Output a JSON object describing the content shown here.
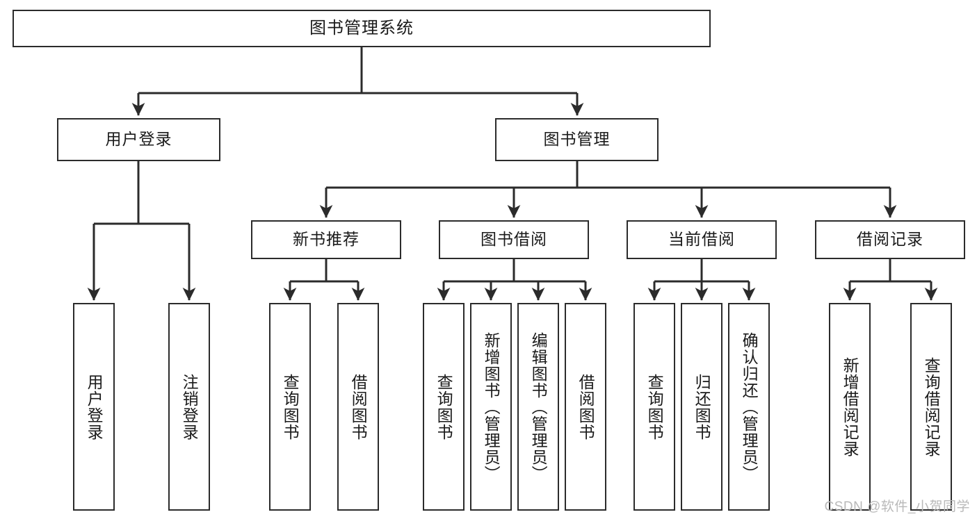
{
  "diagram": {
    "type": "tree-hierarchy",
    "title": "图书管理系统",
    "root": {
      "id": "root",
      "label": "图书管理系统"
    },
    "level2": [
      {
        "id": "user-login",
        "label": "用户登录"
      },
      {
        "id": "book-management",
        "label": "图书管理"
      }
    ],
    "level3": [
      {
        "id": "new-book-recommend",
        "label": "新书推荐",
        "parent": "book-management"
      },
      {
        "id": "book-borrow",
        "label": "图书借阅",
        "parent": "book-management"
      },
      {
        "id": "current-borrow",
        "label": "当前借阅",
        "parent": "book-management"
      },
      {
        "id": "borrow-record",
        "label": "借阅记录",
        "parent": "book-management"
      }
    ],
    "leaves": [
      {
        "id": "leaf-user-login",
        "label": "用户登录",
        "parent": "user-login"
      },
      {
        "id": "leaf-logout-login",
        "label": "注销登录",
        "parent": "user-login"
      },
      {
        "id": "leaf-query-book-1",
        "label": "查询图书",
        "parent": "new-book-recommend"
      },
      {
        "id": "leaf-borrow-book-1",
        "label": "借阅图书",
        "parent": "new-book-recommend"
      },
      {
        "id": "leaf-query-book-2",
        "label": "查询图书",
        "parent": "book-borrow"
      },
      {
        "id": "leaf-add-book",
        "label": "新增图书（管理员）",
        "parent": "book-borrow"
      },
      {
        "id": "leaf-edit-book",
        "label": "编辑图书（管理员）",
        "parent": "book-borrow"
      },
      {
        "id": "leaf-borrow-book-2",
        "label": "借阅图书",
        "parent": "book-borrow"
      },
      {
        "id": "leaf-query-book-3",
        "label": "查询图书",
        "parent": "current-borrow"
      },
      {
        "id": "leaf-return-book",
        "label": "归还图书",
        "parent": "current-borrow"
      },
      {
        "id": "leaf-confirm-return",
        "label": "确认归还（管理员）",
        "parent": "current-borrow"
      },
      {
        "id": "leaf-add-record",
        "label": "新增借阅记录",
        "parent": "borrow-record"
      },
      {
        "id": "leaf-query-record",
        "label": "查询借阅记录",
        "parent": "borrow-record"
      }
    ],
    "colors": {
      "stroke": "#2b2b2b",
      "fill": "#ffffff",
      "text": "#1a1a1a",
      "watermark": "#b9b9b9"
    }
  },
  "watermark": {
    "text": "CSDN @软件_小贺同学"
  }
}
